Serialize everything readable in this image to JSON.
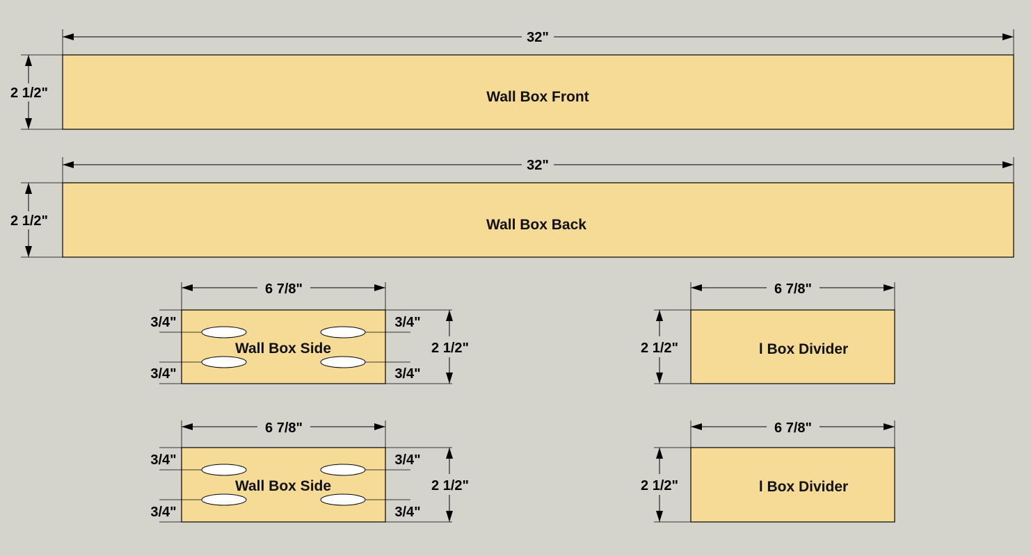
{
  "parts": {
    "front": {
      "label": "Wall Box Front",
      "length": "32\"",
      "width": "2 1/2\""
    },
    "back": {
      "label": "Wall Box Back",
      "length": "32\"",
      "width": "2 1/2\""
    },
    "side_1": {
      "label": "Wall Box Side",
      "length": "6 7/8\"",
      "width": "2 1/2\"",
      "pocket_top": "3/4\"",
      "pocket_bottom": "3/4\""
    },
    "side_2": {
      "label": "Wall Box Side",
      "length": "6 7/8\"",
      "width": "2 1/2\"",
      "pocket_top": "3/4\"",
      "pocket_bottom": "3/4\""
    },
    "divider_1": {
      "label": "l Box Divider",
      "length": "6 7/8\"",
      "width": "2 1/2\""
    },
    "divider_2": {
      "label": "l Box Divider",
      "length": "6 7/8\"",
      "width": "2 1/2\""
    }
  },
  "colors": {
    "background": "#d4d4cc",
    "board": "#f6db96"
  }
}
